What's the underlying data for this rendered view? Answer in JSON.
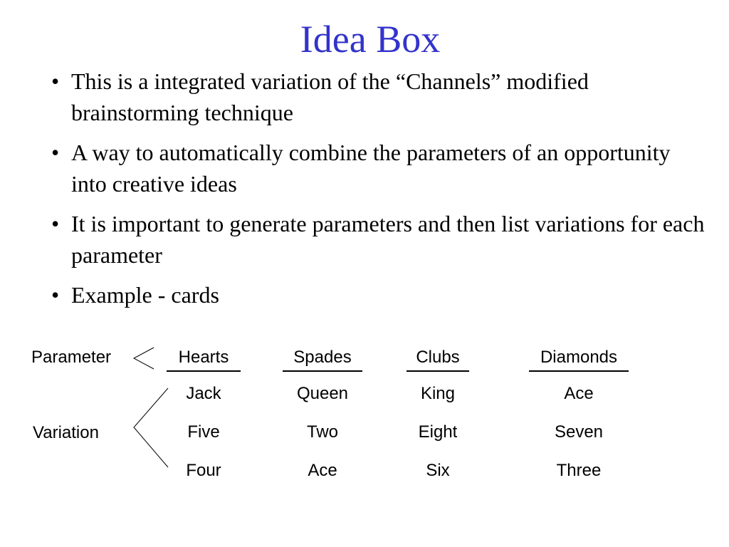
{
  "title": "Idea Box",
  "colors": {
    "title": "#3333cc",
    "text": "#000000"
  },
  "bullets": [
    {
      "marker": "•",
      "text": "This is a integrated variation of the “Channels” modified brainstorming technique"
    },
    {
      "marker": "•",
      "text": "A way to automatically combine the parameters of an opportunity into creative ideas"
    },
    {
      "marker": "•",
      "text": "It is important to generate parameters and then list variations for each parameter"
    },
    {
      "marker": "•",
      "text": "Example - cards"
    }
  ],
  "example": {
    "parameter_label": "Parameter",
    "variation_label": "Variation",
    "columns": [
      {
        "header": "Hearts",
        "variations": [
          "Jack",
          "Five",
          "Four"
        ]
      },
      {
        "header": "Spades",
        "variations": [
          "Queen",
          "Two",
          "Ace"
        ]
      },
      {
        "header": "Clubs",
        "variations": [
          "King",
          "Eight",
          "Six"
        ]
      },
      {
        "header": "Diamonds",
        "variations": [
          "Ace",
          "Seven",
          "Three"
        ]
      }
    ]
  }
}
